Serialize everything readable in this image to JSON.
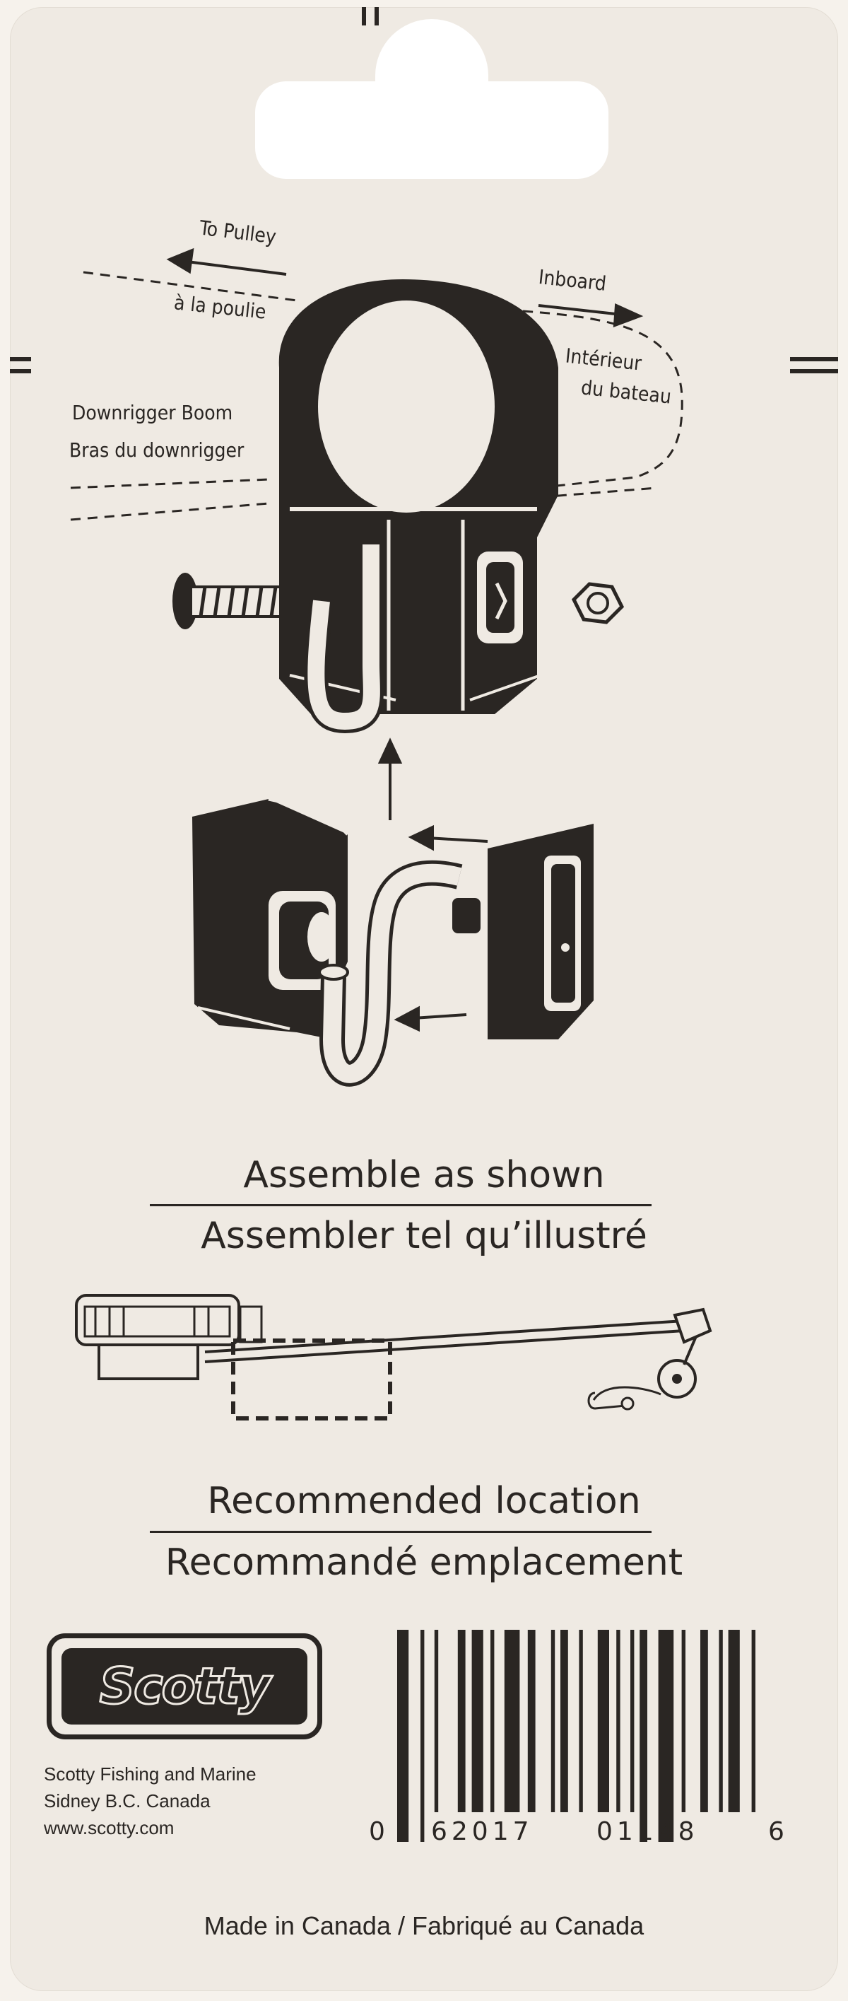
{
  "diagram": {
    "to_pulley": "To Pulley",
    "to_pulley_fr": "à la poulie",
    "inboard": "Inboard",
    "inboard_fr_1": "Intérieur",
    "inboard_fr_2": "du bateau",
    "boom": "Downrigger Boom",
    "boom_fr": "Bras du downrigger"
  },
  "assemble": {
    "en": "Assemble as shown",
    "fr": "Assembler tel qu’illustré"
  },
  "location": {
    "en": "Recommended location",
    "fr": "Recommandé emplacement"
  },
  "logo": {
    "text": "Scotty"
  },
  "address": {
    "line1": "Scotty Fishing and Marine",
    "line2": "Sidney B.C. Canada",
    "line3": "www.scotty.com"
  },
  "barcode": {
    "first": "0",
    "group1": "62017",
    "group2": "01148",
    "last": "6"
  },
  "footer": {
    "made_in": "Made in Canada / Fabriqué au Canada"
  },
  "colors": {
    "ink": "#2a2623",
    "card": "#efeae3"
  }
}
